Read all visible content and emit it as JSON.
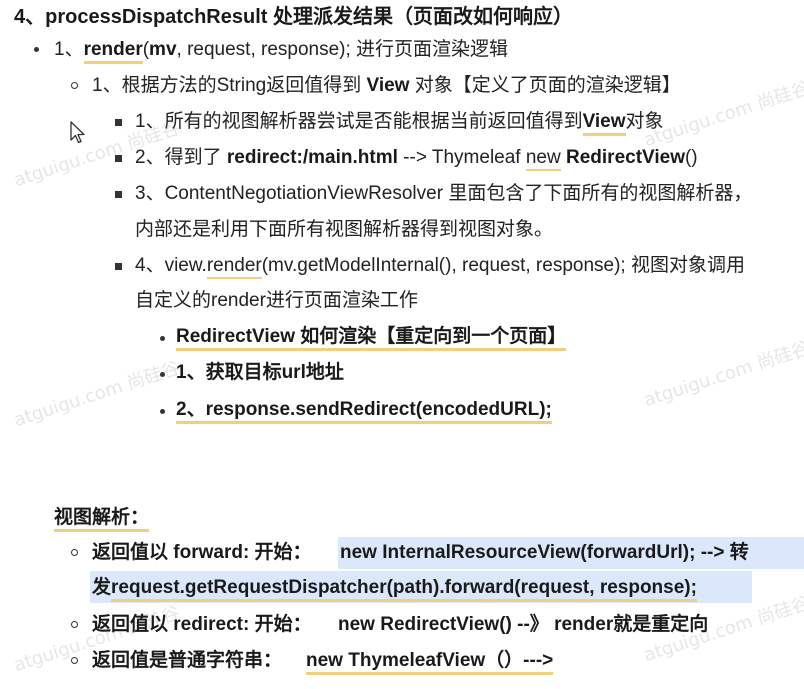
{
  "heading": {
    "number": "4、",
    "method": "processDispatchResult",
    "text": " 处理派发结果（页面改如何响应）"
  },
  "item1": {
    "prefix": "1、",
    "render": "render",
    "open": "(",
    "mv": "mv",
    "rest": ", request, response); 进行页面渲染逻辑"
  },
  "item1_1": {
    "text1": "1、根据方法的String返回值得到 ",
    "view": "View",
    "text2": " 对象【定义了页面的渲染逻辑】"
  },
  "sub1": {
    "text1": "1、所有的视图解析器尝试是否能根据当前返回值得到",
    "view": "View",
    "text2": "对象"
  },
  "sub2": {
    "text1": "2、得到了  ",
    "redirect": "redirect:/main.html",
    "text2": " --> Thymeleaf ",
    "new": "new",
    "space": " ",
    "rv": "RedirectView",
    "text3": "()"
  },
  "sub3": {
    "line1": "3、ContentNegotiationViewResolver 里面包含了下面所有的视图解析器，",
    "line2": "内部还是利用下面所有视图解析器得到视图对象。"
  },
  "sub4": {
    "text1": "4、view.",
    "render": "render",
    "text2": "(mv.getModelInternal(), request, response);   视图对象调用",
    "line2": "自定义的render进行页面渲染工作"
  },
  "rv_items": [
    "RedirectView 如何渲染【重定向到一个页面】",
    "1、获取目标url地址",
    "2、response.sendRedirect(encodedURL);"
  ],
  "view_parse": {
    "title": "视图解析：",
    "forward_label": "返回值以 forward: 开始：",
    "forward_code1": "new InternalResourceView(forwardUrl); -->  转",
    "forward_code2a": "发",
    "forward_code2b": "request.getRequestDispatcher(path).forward(request, response);",
    "redirect_label": "返回值以 redirect: 开始：",
    "redirect_code": "new RedirectView() --》 render就是重定向",
    "plain_label": "返回值是普通字符串：",
    "plain_code": "new ThymeleafView（）--->"
  },
  "watermarks": [
    "atguigu.com 尚硅谷",
    "atguigu.com 尚硅谷",
    "atguigu.com 尚硅谷",
    "atguigu.com 尚硅谷",
    "atguigu.com 尚硅谷",
    "atguigu.com 尚硅谷"
  ],
  "colors": {
    "underline": "#f0cf7e",
    "highlight": "#dbe8fb",
    "text": "#222222"
  }
}
